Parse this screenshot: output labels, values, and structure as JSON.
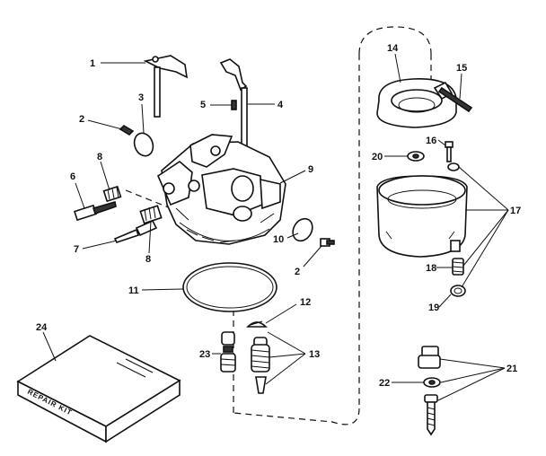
{
  "callouts": [
    {
      "id": "1",
      "text": "1"
    },
    {
      "id": "2a",
      "text": "2"
    },
    {
      "id": "2b",
      "text": "2"
    },
    {
      "id": "3",
      "text": "3"
    },
    {
      "id": "4",
      "text": "4"
    },
    {
      "id": "5",
      "text": "5"
    },
    {
      "id": "6",
      "text": "6"
    },
    {
      "id": "7",
      "text": "7"
    },
    {
      "id": "8a",
      "text": "8"
    },
    {
      "id": "8b",
      "text": "8"
    },
    {
      "id": "9",
      "text": "9"
    },
    {
      "id": "10",
      "text": "10"
    },
    {
      "id": "11",
      "text": "11"
    },
    {
      "id": "12",
      "text": "12"
    },
    {
      "id": "13",
      "text": "13"
    },
    {
      "id": "14",
      "text": "14"
    },
    {
      "id": "15",
      "text": "15"
    },
    {
      "id": "16",
      "text": "16"
    },
    {
      "id": "17",
      "text": "17"
    },
    {
      "id": "18",
      "text": "18"
    },
    {
      "id": "19",
      "text": "19"
    },
    {
      "id": "20",
      "text": "20"
    },
    {
      "id": "21",
      "text": "21"
    },
    {
      "id": "22",
      "text": "22"
    },
    {
      "id": "23",
      "text": "23"
    },
    {
      "id": "24",
      "text": "24"
    }
  ],
  "repair_kit_label": "REPAIR KIT"
}
